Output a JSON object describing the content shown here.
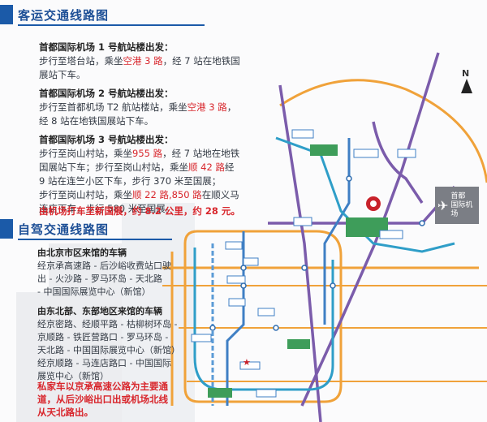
{
  "passenger": {
    "title": "客运交通线路图",
    "t1_head": "首都国际机场 1 号航站楼出发：",
    "t1_a": "步行至塔台站，乘坐",
    "t1_route": "空港 3 路",
    "t1_b": "，经 7 站在地铁国",
    "t1_c": "展站下车。",
    "t2_head": "首都国际机场 2 号航站楼出发：",
    "t2_a": "步行至首都机场 T2 航站楼站，乘坐",
    "t2_route": "空港 3 路",
    "t2_b": "，",
    "t2_c": "经 8 站在地铁国展站下车。",
    "t3_head": "首都国际机场 3 号航站楼出发：",
    "t3_l1a": "步行至岗山村站，乘坐",
    "t3_route1": "955 路",
    "t3_l1b": "，经 7 站地在地铁",
    "t3_l2": "国展站下车；步行至岗山村站，乘坐",
    "t3_route2": "顺 42 路",
    "t3_l2b": "经",
    "t3_l3": "9 站在连竺小区下车，步行 370 米至国展；",
    "t3_l4a": "步行至岗山村站，乘坐",
    "t3_route3": "顺 22 路,850 路",
    "t3_l4b": "在顺义马",
    "t3_l5": "连店下车，步行 580 米至国展。",
    "taxi": "由机场打车至新国展，约 8.2 公里，约 28 元。"
  },
  "driving": {
    "title": "自驾交通线路图",
    "d1_head": "由北京市区来馆的车辆",
    "d1_l1": "经京承高速路 - 后沙峪收费站口驶",
    "d1_l2": "出 - 火沙路 - 罗马环岛 - 天北路",
    "d1_l3": "- 中国国际展览中心（新馆）",
    "d2_head": "由东北部、东部地区来馆的车辆",
    "d2_l1": "经京密路、经顺平路 - 枯柳树环岛 -",
    "d2_l2": "京顺路 - 铁匠营路口 - 罗马环岛 -",
    "d2_l3": "天北路 - 中国国际展览中心（新馆）",
    "d2_l4": "经京顺路 - 马连店路口 - 中国国际",
    "d2_l5": "展览中心（新馆）",
    "note_l1": "私家车以京承高速公路为主要通",
    "note_l2": "道，从后沙峪出口出或机场北线",
    "note_l3": "从天北路出。"
  },
  "map": {
    "airport_label_l1": "首都",
    "airport_label_l2": "国际机场",
    "compass_n": "N",
    "icons": [
      "plane-icon",
      "north-arrow-icon",
      "venue-pin-icon"
    ],
    "colors": {
      "header_blue": "#1b5aa8",
      "route_red": "#d8262c",
      "orange_line": "#f0a23a",
      "purple_line": "#7b5cab",
      "blue_line": "#3f7fc4",
      "teal_line": "#2f9ec8"
    }
  }
}
